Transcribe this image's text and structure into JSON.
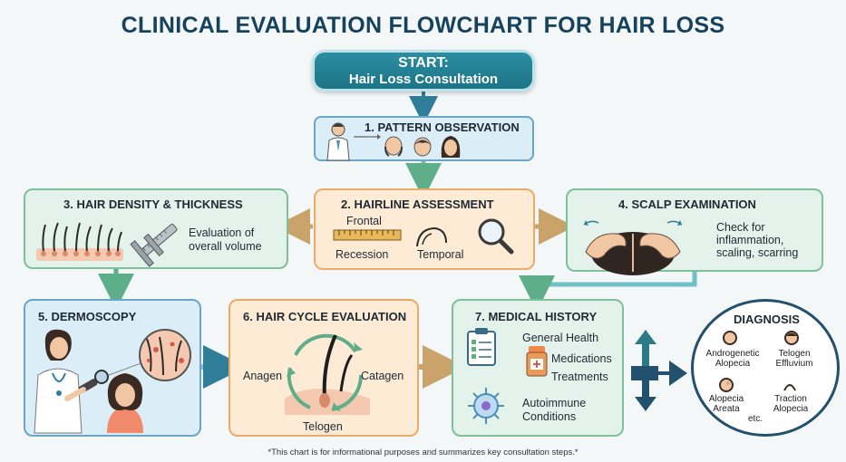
{
  "title": "CLINICAL EVALUATION FLOWCHART FOR HAIR LOSS",
  "start": {
    "line1": "START:",
    "line2": "Hair Loss Consultation"
  },
  "step1": {
    "title": "1. PATTERN OBSERVATION"
  },
  "step2": {
    "title": "2. HAIRLINE ASSESSMENT",
    "labels": [
      "Frontal",
      "Recession",
      "Temporal"
    ]
  },
  "step3": {
    "title": "3. HAIR DENSITY & THICKNESS",
    "text": [
      "Evaluation of",
      "overall volume"
    ]
  },
  "step4": {
    "title": "4. SCALP EXAMINATION",
    "text": [
      "Check for",
      "inflammation,",
      "scaling, scarring"
    ]
  },
  "step5": {
    "title": "5. DERMOSCOPY"
  },
  "step6": {
    "title": "6. HAIR CYCLE EVALUATION",
    "phases": [
      "Anagen",
      "Catagen",
      "Telogen"
    ]
  },
  "step7": {
    "title": "7. MEDICAL HISTORY",
    "items": [
      "General Health",
      "Medications",
      "Treatments",
      "Autoimmune",
      "Conditions"
    ]
  },
  "diagnosis": {
    "title": "DIAGNOSIS",
    "items": [
      [
        "Androgenetic",
        "Alopecia"
      ],
      [
        "Telogen",
        "Effluvium"
      ],
      [
        "Alopecia",
        "Areata"
      ],
      [
        "Traction",
        "Alopecia"
      ]
    ],
    "etc": "etc."
  },
  "footnote": "*This chart is for informational purposes and summarizes key consultation steps.*",
  "colors": {
    "title": "#17425c",
    "start": "#1d7488",
    "blue": "#6aa6c8",
    "green": "#7fbf9c",
    "orange": "#e9aa6a",
    "arrow": "#23506d"
  }
}
